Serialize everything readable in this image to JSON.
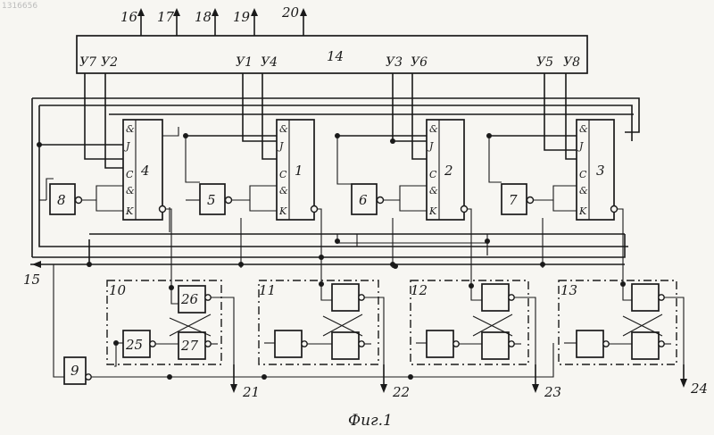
{
  "watermark": "1316656",
  "caption": "Фиг.1",
  "block14": {
    "label": "14",
    "outputs": [
      "16",
      "17",
      "18",
      "19",
      "20"
    ],
    "pins": [
      "У7",
      "У2",
      "У1",
      "У4",
      "У3",
      "У6",
      "У5",
      "У8"
    ]
  },
  "flipflops": [
    {
      "label": "4",
      "pins": [
        "&",
        "J",
        "C",
        "&",
        "K"
      ]
    },
    {
      "label": "1",
      "pins": [
        "&",
        "J",
        "C",
        "&",
        "K"
      ]
    },
    {
      "label": "2",
      "pins": [
        "&",
        "J",
        "C",
        "&",
        "K"
      ]
    },
    {
      "label": "3",
      "pins": [
        "&",
        "J",
        "C",
        "&",
        "K"
      ]
    }
  ],
  "inverters": [
    "8",
    "5",
    "6",
    "7",
    "9"
  ],
  "modules": [
    "10",
    "11",
    "12",
    "13"
  ],
  "module_gates": [
    "26",
    "25",
    "27"
  ],
  "bus_label": "15",
  "module_outputs": [
    "21",
    "22",
    "23",
    "24"
  ]
}
